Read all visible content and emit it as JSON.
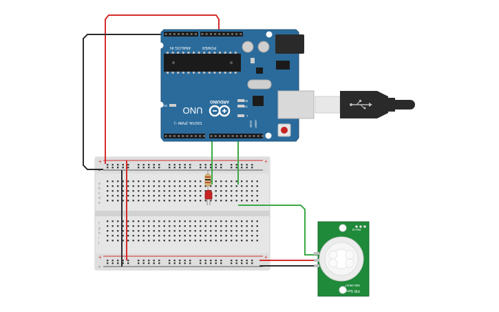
{
  "arduino": {
    "brand": "ARDUINO",
    "model": "UNO",
    "power_label": "POWER",
    "analog_label": "ANALOG IN",
    "digital_label": "DIGITAL (PWM ~)",
    "on_label": "ON",
    "tx_label": "TX",
    "rx_label": "RX",
    "l_label": "L",
    "aref_label": "AREF",
    "gnd_label": "GND",
    "board_color": "#2b6b9b"
  },
  "pir": {
    "title": "PIR Sensor",
    "part_number": "555-28027",
    "rev": "Rev B",
    "board_color": "#1f8a3a"
  },
  "breadboard": {
    "plus": "+",
    "minus": "-",
    "rows_top": [
      "a",
      "b",
      "c",
      "d",
      "e"
    ],
    "rows_bottom": [
      "f",
      "g",
      "h",
      "i",
      "j"
    ]
  },
  "wires": {
    "power_color": "#d62a2a",
    "ground_color": "#2a2a2a",
    "signal_color": "#3aa845"
  },
  "led": {
    "color": "#c62323"
  }
}
